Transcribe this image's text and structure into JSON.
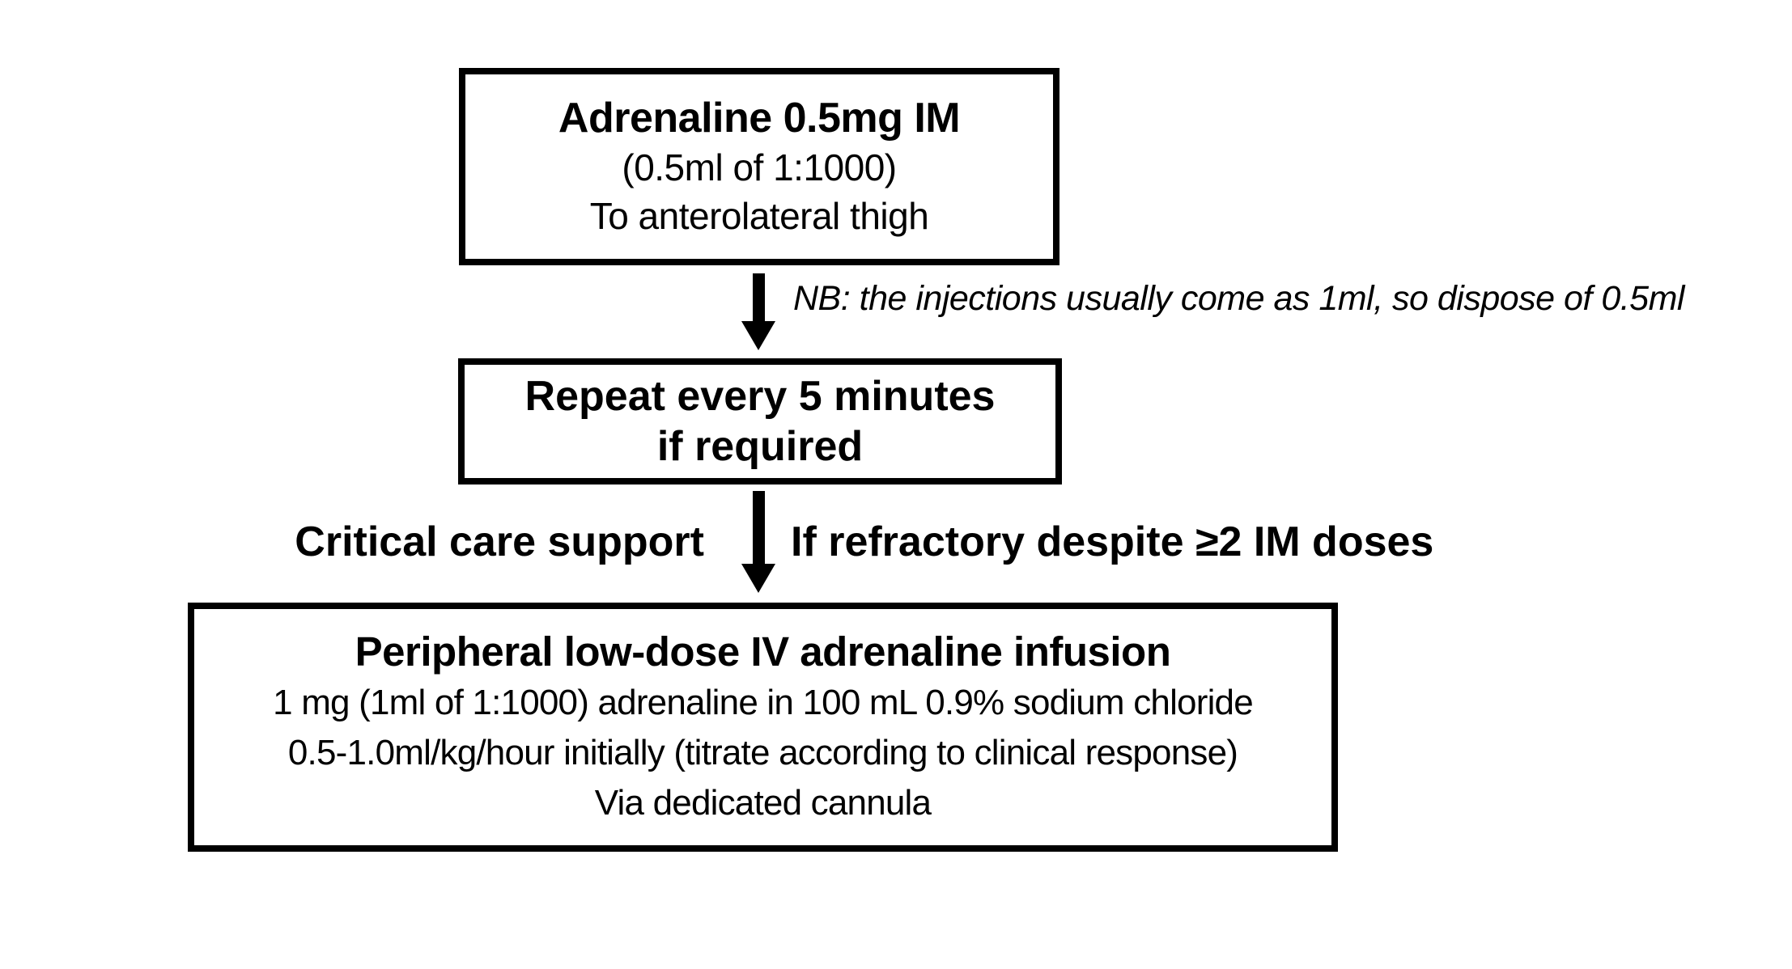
{
  "diagram": {
    "title_semantic": "Anaphylaxis adrenaline administration flowchart",
    "colors": {
      "ink": "#000000",
      "background": "#ffffff",
      "box_border": "#000000"
    },
    "box_im_dose": {
      "title": "Adrenaline 0.5mg IM",
      "line2": "(0.5ml of 1:1000)",
      "line3": "To anterolateral thigh"
    },
    "note_dispose": "NB: the injections usually come as 1ml, so dispose of 0.5ml",
    "box_repeat": {
      "line1": "Repeat every 5 minutes",
      "line2": "if required"
    },
    "label_critical_care": "Critical care support",
    "label_refractory": "If refractory despite ≥2 IM doses",
    "box_infusion": {
      "title": "Peripheral low-dose IV adrenaline infusion",
      "line2": "1 mg (1ml of 1:1000) adrenaline in 100 mL 0.9% sodium chloride",
      "line3": "0.5-1.0ml/kg/hour initially (titrate according to clinical response)",
      "line4": "Via dedicated cannula"
    }
  }
}
